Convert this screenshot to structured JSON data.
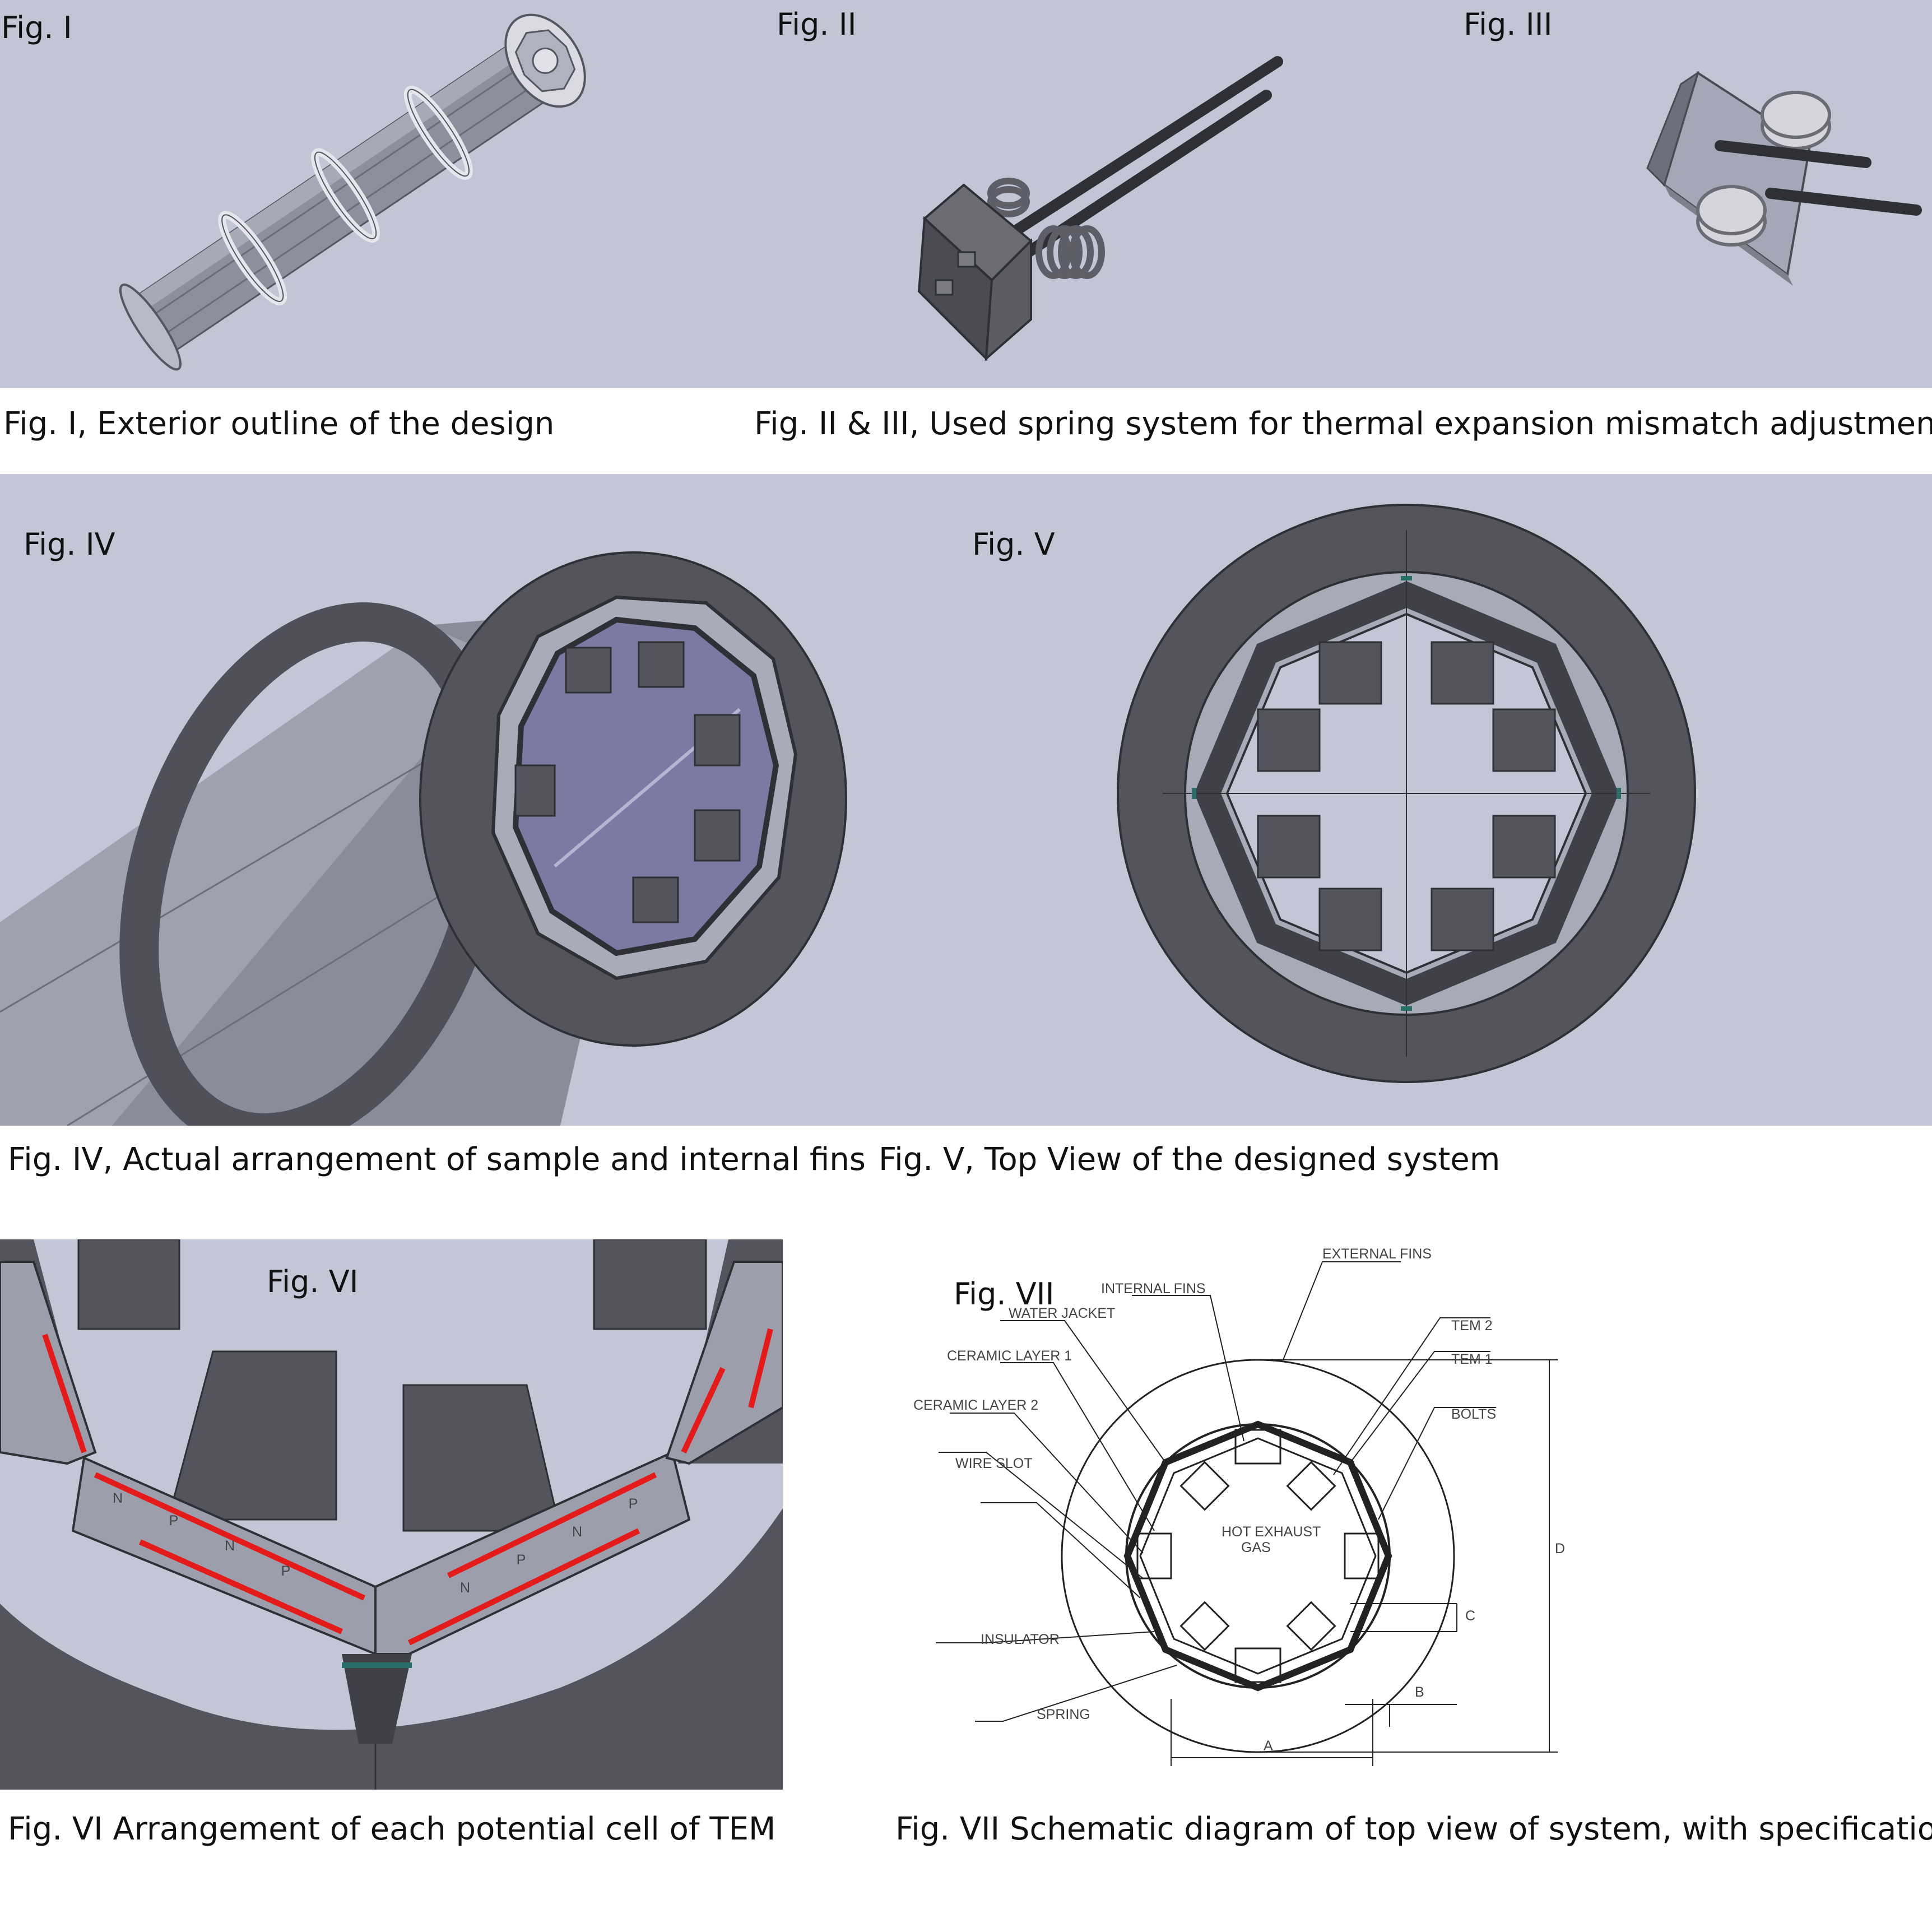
{
  "fig1": {
    "tag": "Fig. I",
    "caption": "Fig. I, Exterior outline of the design"
  },
  "fig2": {
    "tag": "Fig. II"
  },
  "fig3": {
    "tag": "Fig. III"
  },
  "fig23": {
    "caption": "Fig. II & III, Used spring system for thermal expansion mismatch adjustment"
  },
  "fig4": {
    "tag": "Fig. IV",
    "caption": "Fig. IV, Actual arrangement of sample and internal fins"
  },
  "fig5": {
    "tag": "Fig. V",
    "caption": "Fig. V, Top View of the designed system"
  },
  "fig6": {
    "tag": "Fig. VI",
    "caption": "Fig. VI Arrangement of each potential cell of TEM",
    "cell_letters": [
      "N",
      "P",
      "N",
      "P",
      "N",
      "P",
      "N",
      "P"
    ]
  },
  "fig7": {
    "tag": "Fig. VII",
    "caption": "Fig. VII Schematic diagram of top view of system, with specifications",
    "labels": {
      "external_fins": "EXTERNAL FINS",
      "internal_fins": "INTERNAL FINS",
      "water_jacket": "WATER JACKET",
      "ceramic_layer_1": "CERAMIC LAYER 1",
      "ceramic_layer_2": "CERAMIC LAYER 2",
      "wire_slot": "WIRE SLOT",
      "insulator": "INSULATOR",
      "spring": "SPRING",
      "tem2": "TEM 2",
      "tem1": "TEM 1",
      "bolts": "BOLTS",
      "hot_exhaust": "HOT EXHAUST",
      "gas": "GAS",
      "dim_a": "A",
      "dim_b": "B",
      "dim_c": "C",
      "dim_d": "D"
    }
  },
  "colors": {
    "cad_background": "#c2c5d3",
    "cad_gray": "#55565f",
    "cad_light": "#9ea1ae",
    "cad_interior": "#7d7ba3",
    "tem_red": "#e41b1b",
    "tem_green": "#2a6e68"
  }
}
